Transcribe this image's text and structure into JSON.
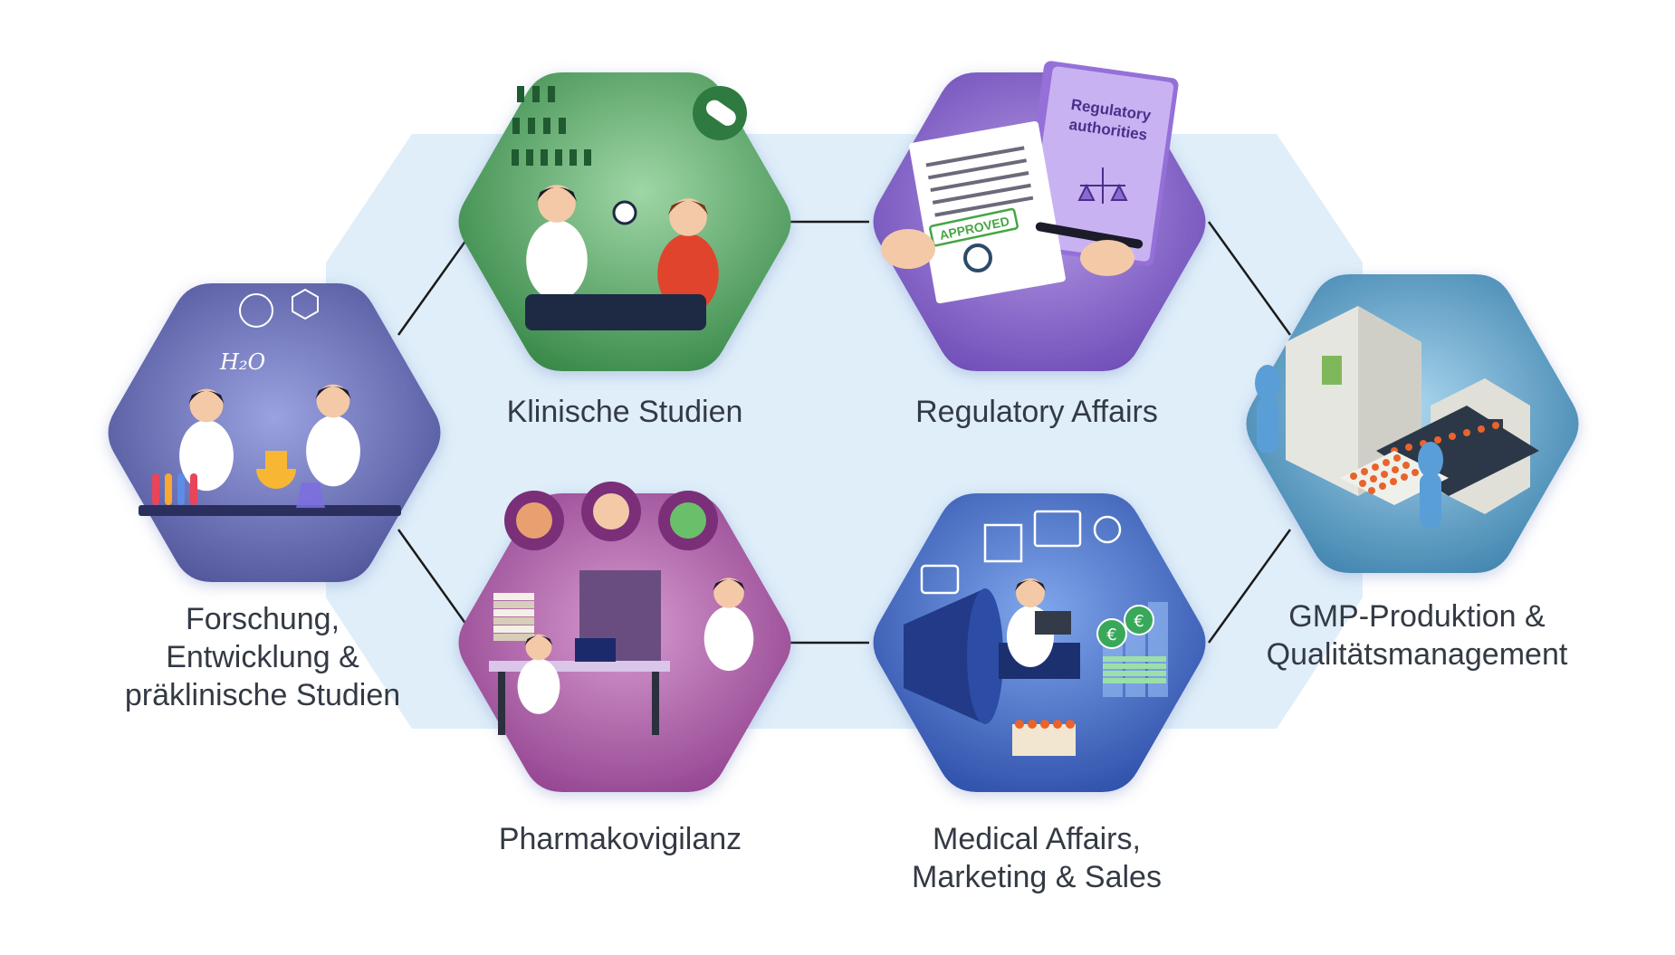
{
  "diagram": {
    "nodes": [
      {
        "id": "research",
        "icon": "laboratory-scientists-icon",
        "color": "#5b5fa8",
        "lines": [
          "Forschung,",
          "Entwicklung &",
          "präklinische Studien"
        ]
      },
      {
        "id": "clinical",
        "icon": "doctor-patient-blood-pressure-icon",
        "color": "#4a9a5a",
        "lines": [
          "Klinische Studien"
        ]
      },
      {
        "id": "regulatory",
        "icon": "approved-document-signing-icon",
        "color": "#7a55c0",
        "lines": [
          "Regulatory Affairs"
        ],
        "artwork_text": {
          "book": "Regulatory authorities",
          "stamp": "APPROVED"
        }
      },
      {
        "id": "pharmacovigilance",
        "icon": "office-workers-files-icon",
        "color": "#a04e9a",
        "lines": [
          "Pharmakovigilanz"
        ]
      },
      {
        "id": "medical",
        "icon": "megaphone-laptop-euro-icon",
        "color": "#3a5fb8",
        "lines": [
          "Medical Affairs,",
          "Marketing & Sales"
        ]
      },
      {
        "id": "gmp",
        "icon": "production-line-cleanroom-icon",
        "color": "#3d86b0",
        "lines": [
          "GMP-Produktion &",
          "Qualitätsmanagement"
        ]
      }
    ],
    "colors": {
      "background_band": "#dfeef9",
      "connector": "#1a1a1a",
      "label": "#333a44"
    }
  }
}
